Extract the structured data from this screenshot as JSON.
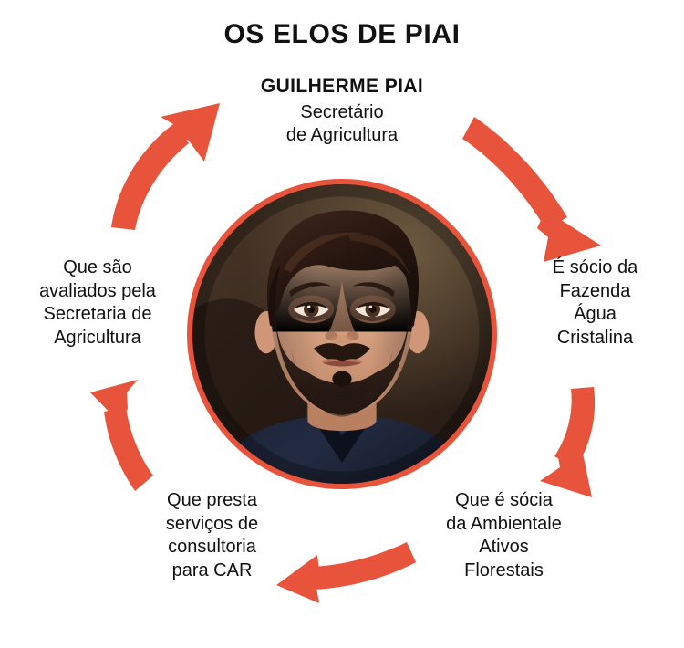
{
  "title": "OS ELOS DE PIAI",
  "theme": {
    "accent": "#E8533C",
    "background": "#FFFFFF",
    "text": "#111111"
  },
  "center": {
    "name": "GUILHERME PIAI",
    "role_lines": [
      "Secretário",
      "de Agricultura"
    ],
    "photo_alt": "Retrato de Guilherme Piai"
  },
  "nodes": [
    {
      "id": "socio-fazenda",
      "position": "right",
      "lines": [
        "É sócio da",
        "Fazenda",
        "Água",
        "Cristalina"
      ]
    },
    {
      "id": "socia-ambientale",
      "position": "bottom-right",
      "lines": [
        "Que é sócia",
        "da Ambientale",
        "Ativos",
        "Florestais"
      ]
    },
    {
      "id": "consultoria-car",
      "position": "bottom-left",
      "lines": [
        "Que presta",
        "serviços de",
        "consultoria",
        "para CAR"
      ]
    },
    {
      "id": "avaliados-secretaria",
      "position": "left",
      "lines": [
        "Que são",
        "avaliados pela",
        "Secretaria de",
        "Agricultura"
      ]
    }
  ],
  "arrows": [
    {
      "id": "arrow-top-left",
      "direction": "up-right",
      "color": "#E8533C"
    },
    {
      "id": "arrow-top-right",
      "direction": "down-right",
      "color": "#E8533C"
    },
    {
      "id": "arrow-bottom-right",
      "direction": "down-left",
      "color": "#E8533C"
    },
    {
      "id": "arrow-bottom",
      "direction": "left",
      "color": "#E8533C"
    },
    {
      "id": "arrow-left",
      "direction": "up-left",
      "color": "#E8533C"
    }
  ]
}
